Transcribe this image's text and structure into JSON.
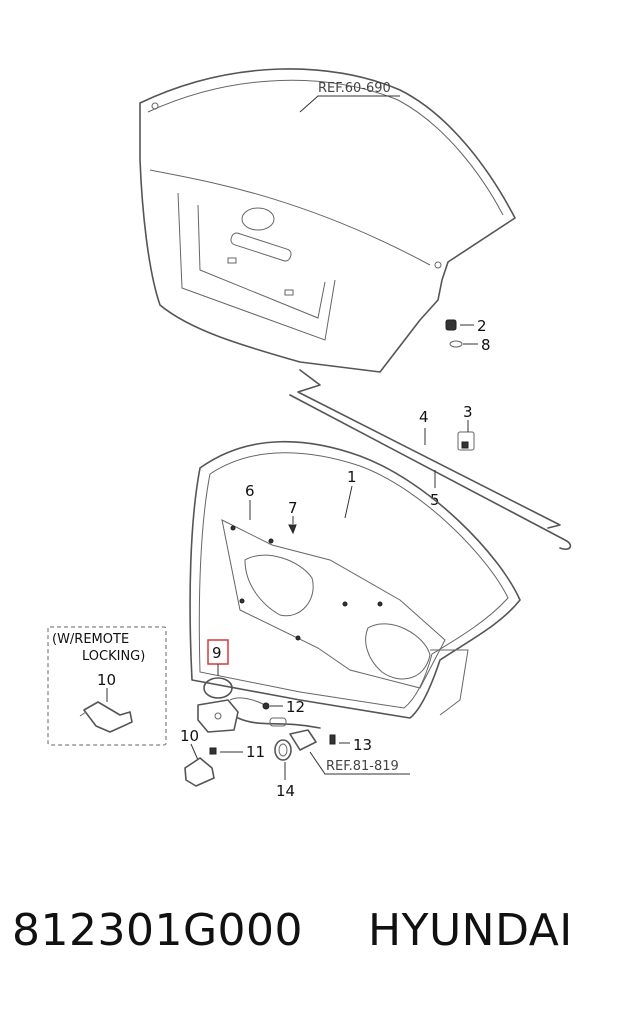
{
  "callouts": {
    "c1": "1",
    "c2": "2",
    "c3": "3",
    "c4": "4",
    "c5": "5",
    "c6": "6",
    "c7": "7",
    "c8": "8",
    "c9": "9",
    "c10a": "10",
    "c10b": "10",
    "c11": "11",
    "c12": "12",
    "c13": "13",
    "c14": "14"
  },
  "refs": {
    "trunk_lid_ref": "REF.60-690",
    "lamp_ref": "REF.81-819"
  },
  "remote_note": {
    "line1": "(W/REMOTE",
    "line2": "LOCKING)"
  },
  "highlight_color": "#d9383a",
  "footer": {
    "part_number": "812301G000",
    "brand": "HYUNDAI"
  }
}
